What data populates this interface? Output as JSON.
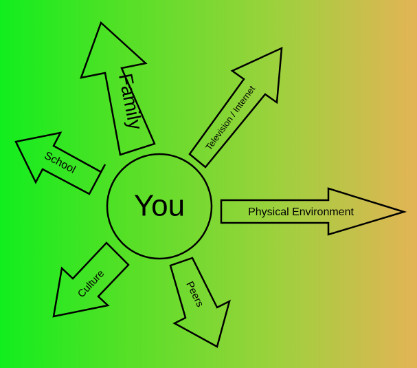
{
  "center": {
    "label": "You"
  },
  "influences": [
    {
      "id": "family",
      "label": "Family"
    },
    {
      "id": "school",
      "label": "School"
    },
    {
      "id": "television",
      "label": "Television / Internet"
    },
    {
      "id": "physical-environment",
      "label": "Physical Environment"
    },
    {
      "id": "culture",
      "label": "Culture"
    },
    {
      "id": "peers",
      "label": "Peers"
    }
  ],
  "colors": {
    "gradient_start": "#11ee1e",
    "gradient_end": "#e3b455",
    "stroke": "#000000"
  }
}
